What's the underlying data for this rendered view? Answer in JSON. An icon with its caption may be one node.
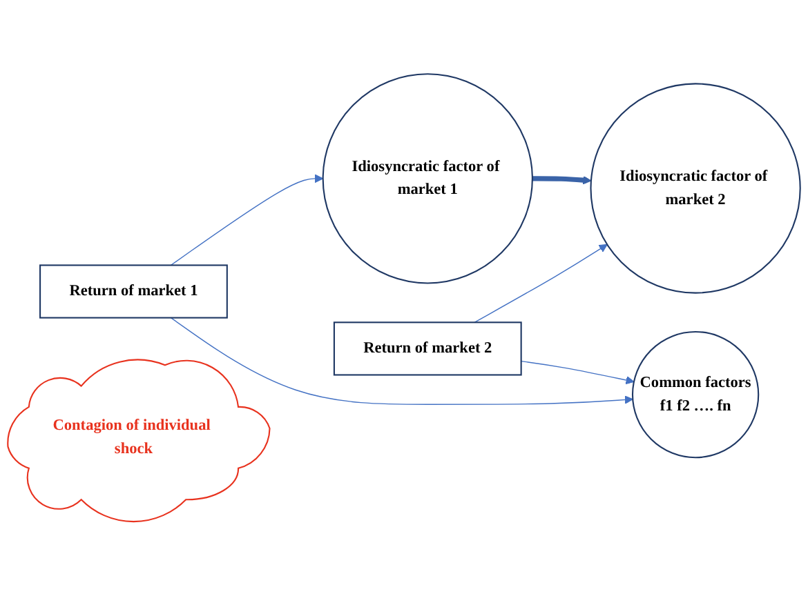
{
  "diagram": {
    "nodes": [
      {
        "text": [
          "Return of market 1"
        ]
      },
      {
        "text": [
          "Idiosyncratic factor of market 1"
        ]
      },
      {
        "text": [
          "Common factors",
          "f1 f2 …. fn"
        ]
      },
      {
        "text": [
          "Return of market 2"
        ]
      },
      {
        "text": [
          "Idiosyncratic factor of market 2"
        ]
      },
      {
        "text": [
          "Contagion of individual shock"
        ]
      }
    ],
    "edges": [
      {
        "from": 0,
        "to": 1,
        "arrow": "to"
      },
      {
        "from": 0,
        "to": 2,
        "arrow": "to"
      },
      {
        "from": 3,
        "to": 2,
        "arrow": "to"
      },
      {
        "from": 3,
        "to": 4,
        "arrow": "to"
      },
      {
        "from": 1,
        "to": 4,
        "arrow": "to",
        "style": "thick",
        "color": "#3a63a8"
      }
    ]
  }
}
